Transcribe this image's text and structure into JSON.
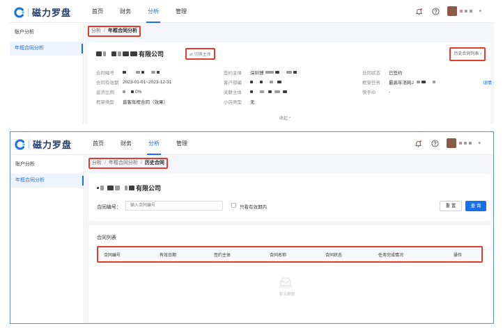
{
  "brand": {
    "name": "磁力罗盘",
    "logo_icon": "c-logo-icon",
    "color": "#1a6fe6"
  },
  "nav": [
    {
      "label": "首页"
    },
    {
      "label": "财务"
    },
    {
      "label": "分析",
      "active": true
    },
    {
      "label": "管理"
    }
  ],
  "sidebar": {
    "items": [
      {
        "label": "账户分析"
      },
      {
        "label": "年框合同分析",
        "active": true
      }
    ]
  },
  "screen1": {
    "breadcrumb": [
      "分析",
      "年框合同分析"
    ],
    "company_suffix": "有限公司",
    "switch_label": "切换主体",
    "history_label": "历史合同列表",
    "info": {
      "contract_no_label": "合同编号",
      "valid_label": "合同有效期",
      "valid_value": "2023-01-01~2023-12-31",
      "rebate_label": "返货比例",
      "rebate_value": "0%",
      "frame_type_label": "框架类型",
      "frame_type_value": "直客年框合同（效果）",
      "sign_label": "签约主体",
      "sign_value_prefix": "深圳博",
      "cust_dept_label": "客户部编",
      "related_label": "关联主体",
      "shop_type_label": "小店类型",
      "shop_type_value": "无",
      "status_label": "合同状态",
      "status_value": "已签约",
      "frame_task_label": "框架任务",
      "frame_task_value": "最高年消耗J",
      "detail_label": "详情",
      "kuaishou_label": "快手ID",
      "kuaishou_value": "-"
    },
    "collapse_label": "收起"
  },
  "screen2": {
    "breadcrumb": [
      "分析",
      "年框合同分析",
      "历史合同"
    ],
    "company_suffix": "有限公司",
    "filter": {
      "contract_no_label": "合同编号：",
      "contract_no_placeholder": "输入合同编号",
      "valid_only_label": "只看有效期内",
      "reset_label": "重 置",
      "query_label": "查 询"
    },
    "list_title": "合同列表",
    "columns": [
      "合同编号",
      "有效日期",
      "签约主体",
      "合同名称",
      "合同状态",
      "任务完成情况",
      "操作"
    ],
    "empty_text": "暂无数据"
  },
  "colors": {
    "accent": "#1a6fe6",
    "highlight": "#e23b2e",
    "bg": "#f4f6f9"
  }
}
